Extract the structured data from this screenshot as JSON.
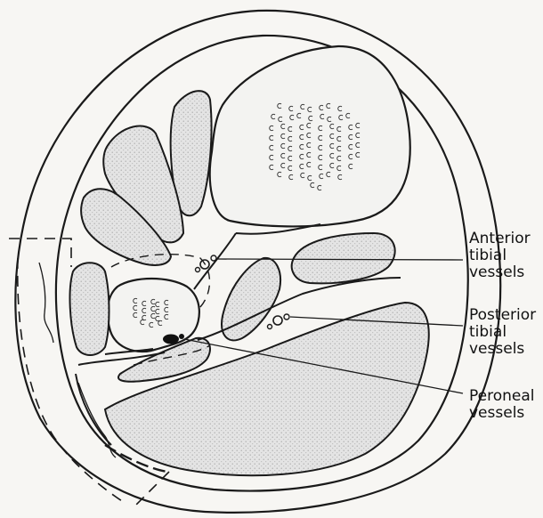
{
  "labels": {
    "anterior": [
      "Anterior",
      "tibial",
      "vessels"
    ],
    "posterior": [
      "Posterior",
      "tibial",
      "vessels"
    ],
    "peroneal": [
      "Peroneal",
      "vessels"
    ]
  },
  "colors": {
    "background": "#f7f6f3",
    "line": "#1a1a1a",
    "stipple": "#e2e2e2"
  }
}
